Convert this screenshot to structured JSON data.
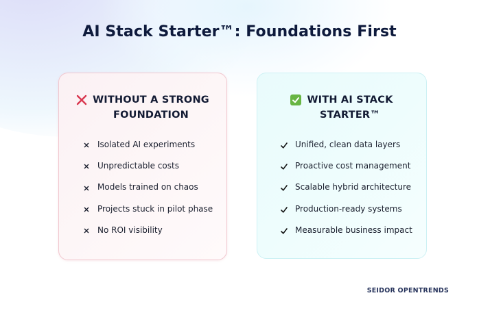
{
  "title": "AI Stack Starter™: Foundations First",
  "left_card": {
    "icon": "cross-mark-icon",
    "heading": "WITHOUT A STRONG\nFOUNDATION",
    "accent_color": "#d9364e",
    "border_color": "#f1c7cf",
    "items": [
      {
        "bullet": "x-icon",
        "label": "Isolated AI experiments"
      },
      {
        "bullet": "x-icon",
        "label": "Unpredictable costs"
      },
      {
        "bullet": "x-icon",
        "label": "Models trained on chaos"
      },
      {
        "bullet": "x-icon",
        "label": "Projects stuck in pilot phase"
      },
      {
        "bullet": "x-icon",
        "label": "No ROI visibility"
      }
    ]
  },
  "right_card": {
    "icon": "check-box-icon",
    "heading": "WITH AI STACK\nSTARTER™",
    "accent_color": "#67b543",
    "border_color": "#cdf1f4",
    "items": [
      {
        "bullet": "checkmark-icon",
        "label": "Unified, clean data layers"
      },
      {
        "bullet": "checkmark-icon",
        "label": "Proactive cost management"
      },
      {
        "bullet": "checkmark-icon",
        "label": "Scalable hybrid architecture"
      },
      {
        "bullet": "checkmark-icon",
        "label": "Production-ready systems"
      },
      {
        "bullet": "checkmark-icon",
        "label": "Measurable business impact"
      }
    ]
  },
  "footer": {
    "brand": "SEIDOR OPENTRENDS"
  }
}
